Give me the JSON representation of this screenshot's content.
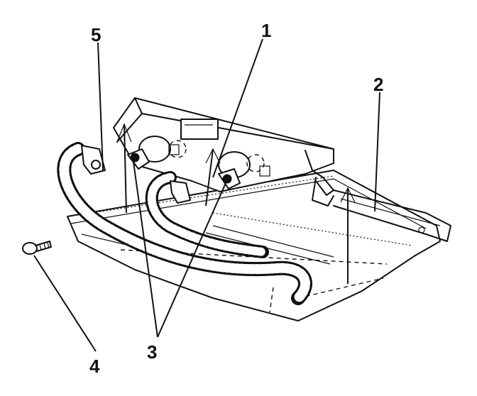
{
  "callouts": [
    {
      "id": "callout-1",
      "text": "1"
    },
    {
      "id": "callout-2",
      "text": "2"
    },
    {
      "id": "callout-3",
      "text": "3"
    },
    {
      "id": "callout-4",
      "text": "4"
    },
    {
      "id": "callout-5",
      "text": "5"
    }
  ]
}
